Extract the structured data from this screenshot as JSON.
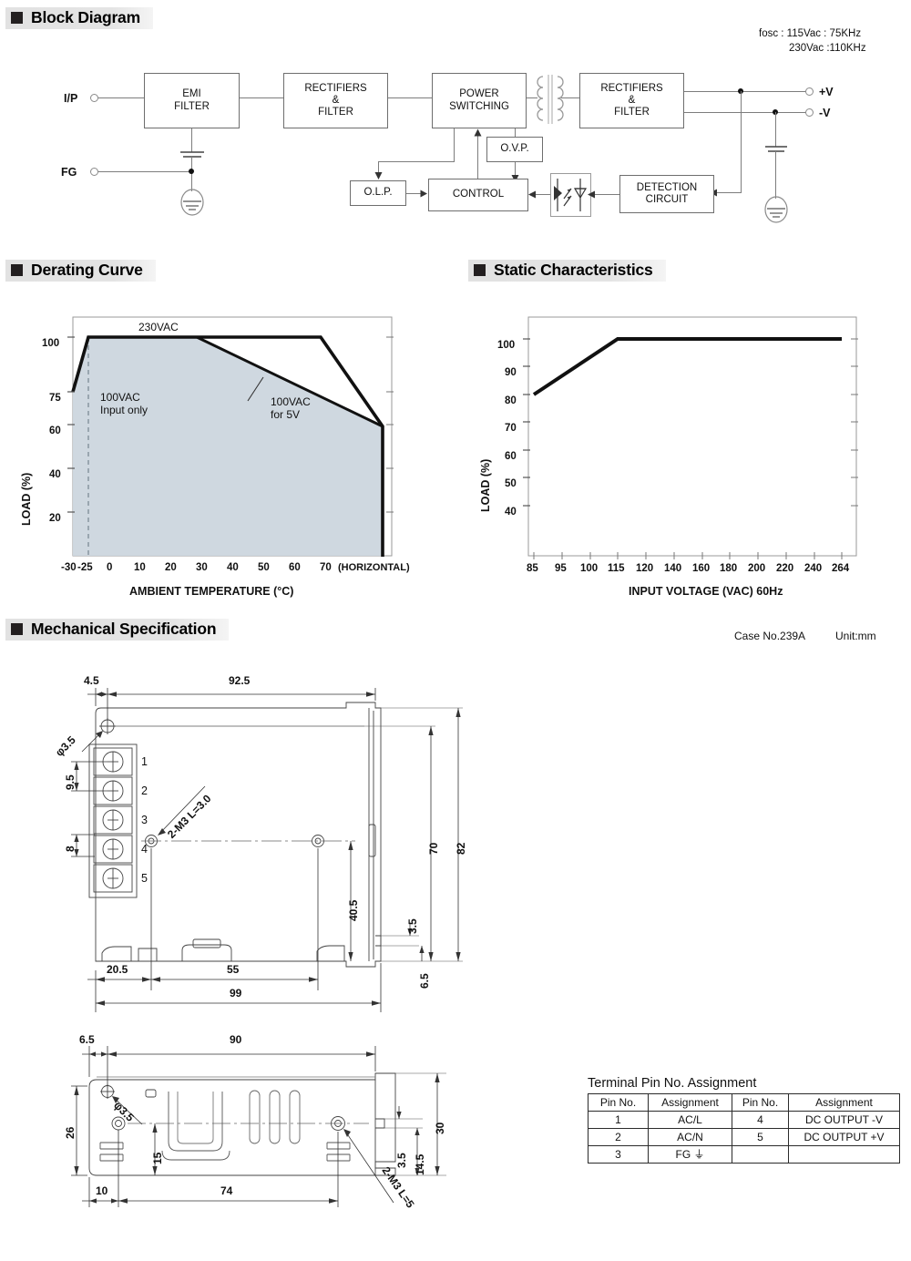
{
  "sections": {
    "block_diagram": "Block Diagram",
    "derating_curve": "Derating Curve",
    "static_characteristics": "Static Characteristics",
    "mechanical_specification": "Mechanical Specification"
  },
  "block_diagram": {
    "fosc_line1": "fosc : 115Vac : 75KHz",
    "fosc_line2": "230Vac :110KHz",
    "input_label": "I/P",
    "fg_label": "FG",
    "output_pos": "+V",
    "output_neg": "-V",
    "blocks": {
      "emi_filter": "EMI\nFILTER",
      "emi_filter_l1": "EMI",
      "emi_filter_l2": "FILTER",
      "rectifiers_filter_in_l1": "RECTIFIERS",
      "rectifiers_filter_in_l2": "&",
      "rectifiers_filter_in_l3": "FILTER",
      "power_switching_l1": "POWER",
      "power_switching_l2": "SWITCHING",
      "rectifiers_filter_out_l1": "RECTIFIERS",
      "rectifiers_filter_out_l2": "&",
      "rectifiers_filter_out_l3": "FILTER",
      "ovp": "O.V.P.",
      "olp": "O.L.P.",
      "control": "CONTROL",
      "detection_l1": "DETECTION",
      "detection_l2": "CIRCUIT"
    }
  },
  "mechanical": {
    "case_no": "Case No.239A",
    "unit": "Unit:mm",
    "top_view_dims": {
      "d_4_5": "4.5",
      "d_92_5": "92.5",
      "d_phi3_5": "φ3.5",
      "d_9_5": "9.5",
      "d_8": "8",
      "d_2m3_l3": "2-M3 L=3.0",
      "d_70": "70",
      "d_82": "82",
      "d_40_5": "40.5",
      "d_3_5": "3.5",
      "d_6_5": "6.5",
      "d_20_5": "20.5",
      "d_55": "55",
      "d_99": "99"
    },
    "pin_numbers": [
      "1",
      "2",
      "3",
      "4",
      "5"
    ],
    "side_view_dims": {
      "d_6_5": "6.5",
      "d_90": "90",
      "d_phi3_5": "φ3.5",
      "d_26": "26",
      "d_15": "15",
      "d_30": "30",
      "d_3_5": "3.5",
      "d_14_5": "14.5",
      "d_10": "10",
      "d_74": "74",
      "d_2m3_l5": "2-M3 L=5"
    }
  },
  "pin_table": {
    "title": "Terminal Pin No.  Assignment",
    "headers": [
      "Pin No.",
      "Assignment",
      "Pin No.",
      "Assignment"
    ],
    "rows": [
      [
        "1",
        "AC/L",
        "4",
        "DC OUTPUT -V"
      ],
      [
        "2",
        "AC/N",
        "5",
        "DC OUTPUT +V"
      ],
      [
        "3",
        "FG ⏚",
        "",
        ""
      ]
    ]
  },
  "chart_data": [
    {
      "type": "line",
      "name": "derating-curve",
      "title": "Derating Curve",
      "xlabel": "AMBIENT TEMPERATURE (°C)",
      "ylabel": "LOAD (%)",
      "xlim": [
        -30,
        75
      ],
      "ylim": [
        0,
        110
      ],
      "xticks": [
        "-30",
        "-25",
        "0",
        "10",
        "20",
        "30",
        "40",
        "50",
        "60",
        "70"
      ],
      "xtick_values": [
        -30,
        -25,
        0,
        10,
        20,
        30,
        40,
        50,
        60,
        70
      ],
      "xaxis_suffix": "(HORIZONTAL)",
      "yticks": [
        "100",
        "75",
        "60",
        "40",
        "20"
      ],
      "ytick_values": [
        100,
        75,
        60,
        40,
        20
      ],
      "grid": false,
      "legend": "none",
      "annotations": [
        {
          "text": "230VAC",
          "x": 7,
          "y": 107
        },
        {
          "text": "100VAC\nInput only",
          "line1": "100VAC",
          "line2": "Input only",
          "x": -22,
          "y": 66
        },
        {
          "text": "100VAC\nfor 5V",
          "line1": "100VAC",
          "line2": "for 5V",
          "x": 40,
          "y": 60
        }
      ],
      "vline": {
        "x": -25,
        "style": "dashed",
        "label": "100VAC Input only boundary"
      },
      "series": [
        {
          "name": "230VAC",
          "points": [
            [
              -30,
              75
            ],
            [
              -25,
              100
            ],
            [
              50,
              100
            ],
            [
              70,
              60
            ],
            [
              70,
              0
            ]
          ]
        },
        {
          "name": "100VAC for 5V",
          "points": [
            [
              -30,
              75
            ],
            [
              -25,
              100
            ],
            [
              40,
              100
            ],
            [
              70,
              60
            ],
            [
              70,
              0
            ]
          ]
        }
      ],
      "shaded_region": true
    },
    {
      "type": "line",
      "name": "static-characteristics",
      "title": "Static Characteristics",
      "xlabel": "INPUT VOLTAGE (VAC) 60Hz",
      "ylabel": "LOAD (%)",
      "xticks": [
        "85",
        "95",
        "100",
        "115",
        "120",
        "140",
        "160",
        "180",
        "200",
        "220",
        "240",
        "264"
      ],
      "yticks": [
        "100",
        "90",
        "80",
        "70",
        "60",
        "50",
        "40"
      ],
      "ytick_values": [
        100,
        90,
        80,
        70,
        60,
        50,
        40
      ],
      "ylim": [
        30,
        107
      ],
      "grid": false,
      "legend": "none",
      "series": [
        {
          "name": "load",
          "categories": [
            "85",
            "95",
            "100",
            "115",
            "120",
            "140",
            "160",
            "180",
            "200",
            "220",
            "240",
            "264"
          ],
          "values": [
            80,
            90,
            100,
            100,
            100,
            100,
            100,
            100,
            100,
            100,
            100,
            100
          ]
        }
      ]
    }
  ]
}
